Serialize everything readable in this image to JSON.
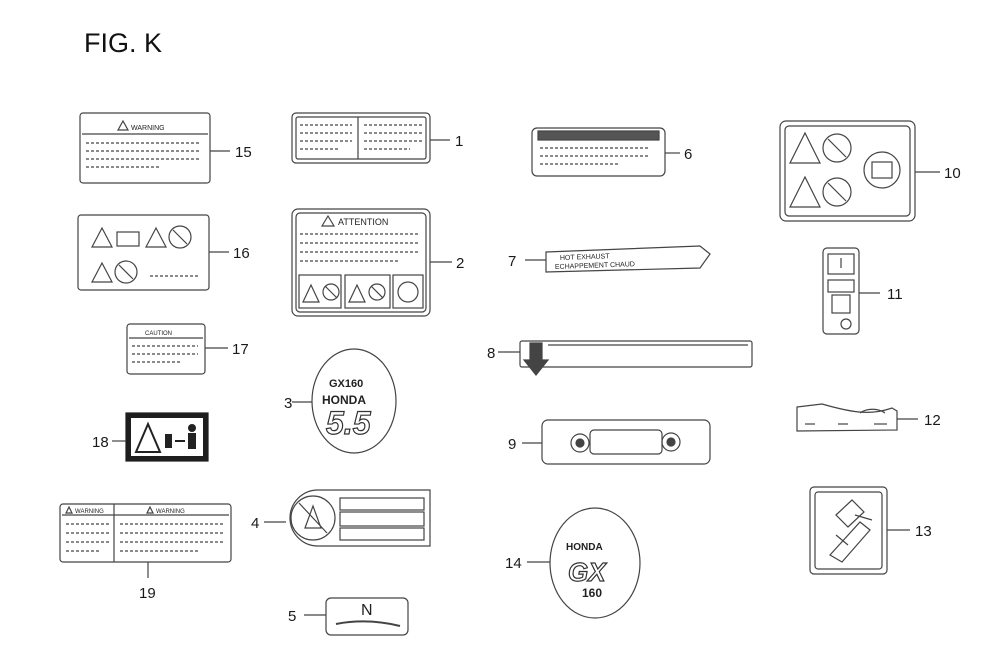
{
  "figure": {
    "title": "FIG. K"
  },
  "labels": {
    "l1": {
      "callout": "1"
    },
    "l2": {
      "callout": "2",
      "heading": "ATTENTION"
    },
    "l3": {
      "callout": "3",
      "model": "GX160",
      "brand": "HONDA",
      "power": "5.5"
    },
    "l4": {
      "callout": "4"
    },
    "l5": {
      "callout": "5",
      "glyph": "N"
    },
    "l6": {
      "callout": "6"
    },
    "l7": {
      "callout": "7",
      "line1": "HOT EXHAUST",
      "line2": "ECHAPPEMENT CHAUD"
    },
    "l8": {
      "callout": "8"
    },
    "l9": {
      "callout": "9"
    },
    "l10": {
      "callout": "10"
    },
    "l11": {
      "callout": "11"
    },
    "l12": {
      "callout": "12"
    },
    "l13": {
      "callout": "13"
    },
    "l14": {
      "callout": "14",
      "brand": "HONDA",
      "model": "GX",
      "number": "160"
    },
    "l15": {
      "callout": "15",
      "heading": "WARNING"
    },
    "l16": {
      "callout": "16"
    },
    "l17": {
      "callout": "17",
      "heading": "CAUTION"
    },
    "l18": {
      "callout": "18"
    },
    "l19": {
      "callout": "19",
      "heading_left": "WARNING",
      "heading_right": "WARNING"
    }
  }
}
